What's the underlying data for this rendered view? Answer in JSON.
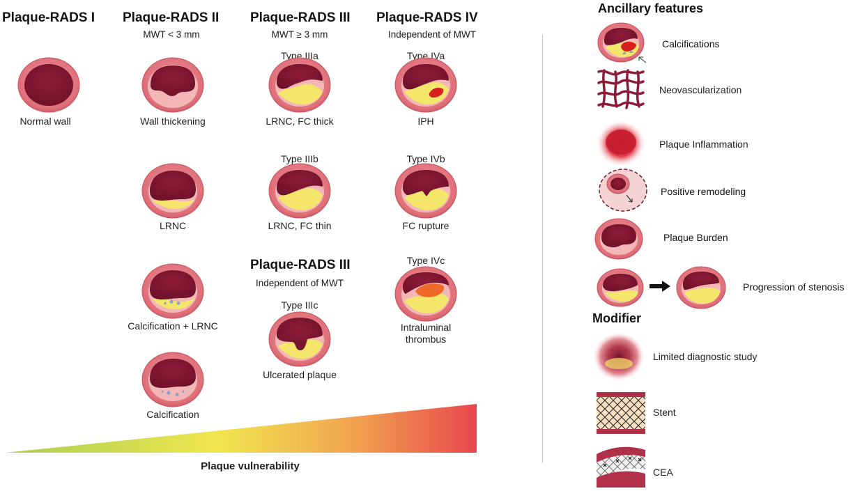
{
  "categories": [
    {
      "title": "Plaque-RADS I",
      "subtitle": ""
    },
    {
      "title": "Plaque-RADS II",
      "subtitle": "MWT < 3 mm"
    },
    {
      "title": "Plaque-RADS III",
      "subtitle": "MWT ≥ 3 mm"
    },
    {
      "title": "Plaque-RADS IV",
      "subtitle": "Independent of MWT"
    },
    {
      "title": "Plaque-RADS III",
      "subtitle": "Independent of MWT"
    }
  ],
  "types": {
    "IIIa": "Type IIIa",
    "IIIb": "Type IIIb",
    "IIIc": "Type IIIc",
    "IVa": "Type IVa",
    "IVb": "Type IVb",
    "IVc": "Type IVc"
  },
  "labels": {
    "normal_wall": "Normal wall",
    "wall_thickening": "Wall thickening",
    "lrnc": "LRNC",
    "calc_lrnc": "Calcification + LRNC",
    "calcification": "Calcification",
    "lrnc_fc_thick": "LRNC, FC thick",
    "lrnc_fc_thin": "LRNC, FC thin",
    "ulcerated": "Ulcerated plaque",
    "iph": "IPH",
    "fc_rupture": "FC rupture",
    "thrombus_line1": "Intraluminal",
    "thrombus_line2": "thrombus"
  },
  "vulnerability": {
    "label": "Plaque vulnerability"
  },
  "ancillary": {
    "title": "Ancillary features",
    "items": [
      "Calcifications",
      "Neovascularization",
      "Plaque Inflammation",
      "Positive remodeling",
      "Plaque Burden",
      "Progression of stenosis"
    ]
  },
  "modifier": {
    "title": "Modifier",
    "items": [
      "Limited diagnostic study",
      "Stent",
      "CEA"
    ]
  },
  "colors": {
    "wall": "#e0707a",
    "wall_edge": "#c5525e",
    "lumen": "#7a1531",
    "plaque": "#f3e66a",
    "fibrous": "#f3b7b8",
    "hemorrhage": "#d81f1f",
    "thrombus": "#ef6a2a",
    "calcium": "#8aa0c8"
  }
}
